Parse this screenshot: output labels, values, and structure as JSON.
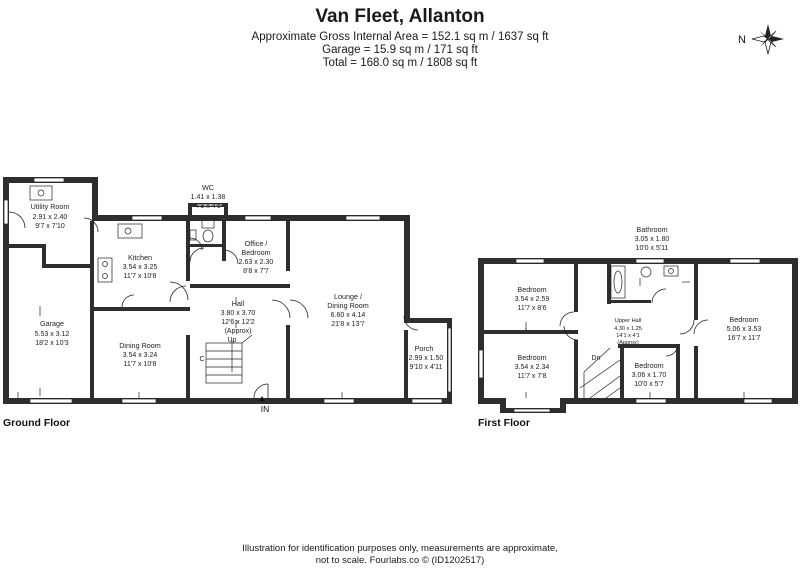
{
  "header": {
    "title": "Van Fleet, Allanton",
    "area_line": "Approximate Gross Internal Area = 152.1 sq m / 1637 sq ft",
    "garage_line": "Garage = 15.9 sq m / 171 sq ft",
    "total_line": "Total = 168.0 sq m / 1808 sq ft"
  },
  "compass": {
    "label": "N",
    "icon": "compass-rose-icon"
  },
  "ground_floor": {
    "label": "Ground Floor",
    "entrance": "IN",
    "store_mark": "C",
    "stair_label": "Up",
    "rooms": {
      "utility": {
        "name": "Utility Room",
        "metric": "2.91 x 2.40",
        "imperial": "9'7 x 7'10"
      },
      "wc": {
        "name": "WC",
        "metric": "1.41 x 1.38",
        "imperial": "4'8 x 4'6"
      },
      "kitchen": {
        "name": "Kitchen",
        "metric": "3.54 x 3.25",
        "imperial": "11'7 x 10'8"
      },
      "office": {
        "name": "Office /",
        "name2": "Bedroom",
        "metric": "2.63 x 2.30",
        "imperial": "8'8 x 7'7"
      },
      "garage": {
        "name": "Garage",
        "metric": "5.53 x 3.12",
        "imperial": "18'2 x 10'3"
      },
      "hall": {
        "name": "Hall",
        "metric": "3.80 x 3.70",
        "imperial": "12'6 x 12'2",
        "note": "(Approx)"
      },
      "lounge": {
        "name": "Lounge /",
        "name2": "Dining Room",
        "metric": "6.60 x 4.14",
        "imperial": "21'8 x 13'7"
      },
      "dining": {
        "name": "Dining Room",
        "metric": "3.54 x 3.24",
        "imperial": "11'7 x 10'8"
      },
      "porch": {
        "name": "Porch",
        "metric": "2.99 x 1.50",
        "imperial": "9'10 x 4'11"
      }
    }
  },
  "first_floor": {
    "label": "First Floor",
    "stair_label": "Dn",
    "rooms": {
      "bathroom": {
        "name": "Bathroom",
        "metric": "3.05 x 1.80",
        "imperial": "10'0 x 5'11"
      },
      "bed1": {
        "name": "Bedroom",
        "metric": "3.54 x 2.59",
        "imperial": "11'7 x 8'6"
      },
      "upper_hall": {
        "name": "Upper Hall",
        "metric": "4.30 x 1.25",
        "imperial": "14'1 x 4'1",
        "note": "(Approx)"
      },
      "bed_main": {
        "name": "Bedroom",
        "metric": "5.06 x 3.53",
        "imperial": "16'7 x 11'7"
      },
      "bed2": {
        "name": "Bedroom",
        "metric": "3.54 x 2.34",
        "imperial": "11'7 x 7'8"
      },
      "bed3": {
        "name": "Bedroom",
        "metric": "3.06 x 1.70",
        "imperial": "10'0 x 5'7"
      }
    }
  },
  "disclaimer": {
    "line1": "Illustration for identification purposes only, measurements are approximate,",
    "line2": "not to scale. Fourlabs.co © (ID1202517)"
  },
  "colors": {
    "wall": "#2e2e2e",
    "line": "#222222",
    "window": "#ffffff",
    "background": "#ffffff"
  }
}
